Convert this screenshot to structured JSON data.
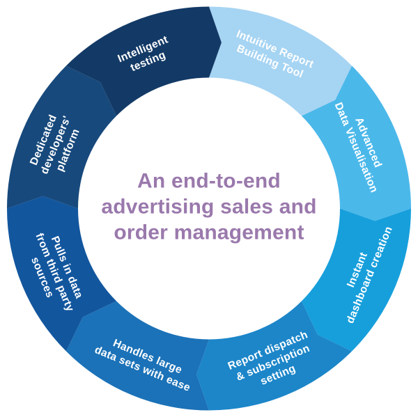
{
  "diagram": {
    "title": {
      "lines": [
        "An end-to-end",
        "advertising sales and",
        "order management"
      ],
      "color": "#9A79AC"
    },
    "label_text_color": "#FFFFFF",
    "background_color": "#FFFFFF",
    "flow_direction": "clockwise",
    "segments": [
      {
        "id": "intuitive-report-building-tool",
        "label_lines": [
          "Intuitive Report",
          "Building Tool"
        ],
        "color": "#A6D4F3"
      },
      {
        "id": "advanced-data-visualisation",
        "label_lines": [
          "Advanced",
          "Data Visualisation"
        ],
        "color": "#4BB8EA"
      },
      {
        "id": "instant-dashboard-creation",
        "label_lines": [
          "Instant",
          "dashboard creation"
        ],
        "color": "#179FDC"
      },
      {
        "id": "report-dispatch-subscription-setting",
        "label_lines": [
          "Report dispatch",
          "& subscription",
          "setting"
        ],
        "color": "#1C86C9"
      },
      {
        "id": "handles-large-data-sets",
        "label_lines": [
          "Handles large",
          "data sets with ease"
        ],
        "color": "#1B72B8"
      },
      {
        "id": "pulls-in-data-third-party-sources",
        "label_lines": [
          "Pulls in data",
          "from third party",
          "sources"
        ],
        "color": "#12569E"
      },
      {
        "id": "dedicated-developers-platform",
        "label_lines": [
          "Dedicated",
          "developers'",
          "platform"
        ],
        "color": "#17497C"
      },
      {
        "id": "intelligent-testing",
        "label_lines": [
          "Intelligent",
          "testing"
        ],
        "color": "#133A66"
      }
    ]
  }
}
